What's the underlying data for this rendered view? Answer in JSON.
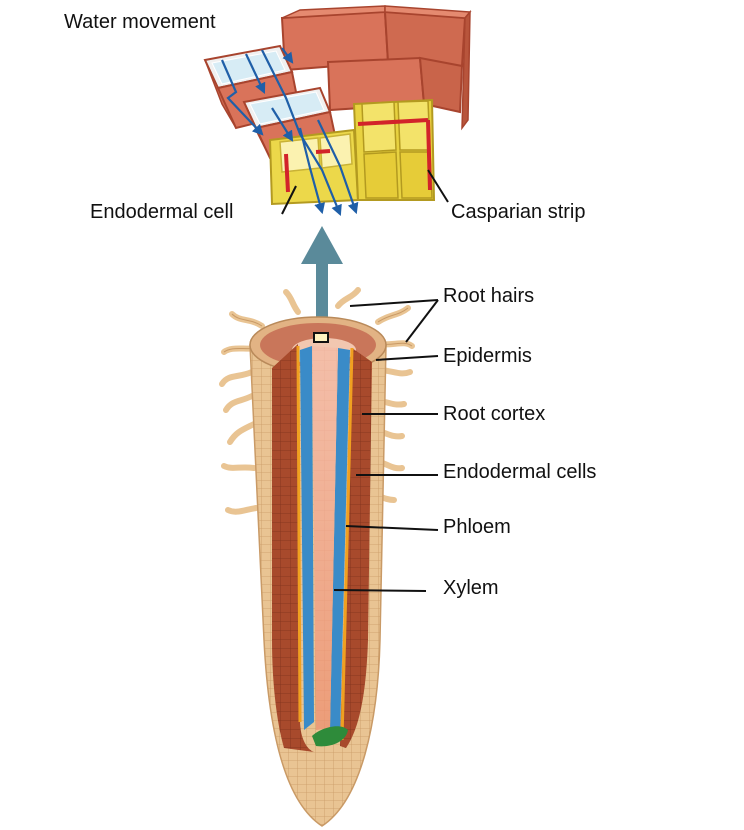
{
  "labels": {
    "water_movement": "Water movement",
    "endodermal_cell": "Endodermal cell",
    "casparian_strip": "Casparian strip",
    "root_hairs": "Root hairs",
    "epidermis": "Epidermis",
    "root_cortex": "Root cortex",
    "endodermal_cells": "Endodermal cells",
    "phloem": "Phloem",
    "xylem": "Xylem"
  },
  "colors": {
    "cortex_cell": "#d9735a",
    "cortex_cell_edge": "#a8442e",
    "endodermis_cell": "#ecd84a",
    "casparian": "#d2232a",
    "water_arrow": "#1f5fa8",
    "root_outer": "#e8c08a",
    "root_cortex": "#a8482a",
    "stele": "#f2b49a",
    "phloem_band": "#3a8bc8",
    "up_arrow": "#5a8a9a",
    "root_cap_green": "#2e8b3a"
  }
}
